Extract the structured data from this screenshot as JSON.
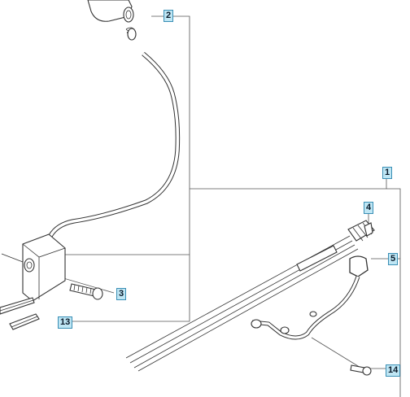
{
  "callouts": [
    {
      "id": "c2",
      "label": "2"
    },
    {
      "id": "c1",
      "label": "1"
    },
    {
      "id": "c4",
      "label": "4"
    },
    {
      "id": "c5",
      "label": "5"
    },
    {
      "id": "c3",
      "label": "3"
    },
    {
      "id": "c13",
      "label": "13"
    },
    {
      "id": "c14",
      "label": "14"
    }
  ],
  "colors": {
    "callout_fill": "#bfe6f4",
    "callout_border": "#3a8fb5",
    "line": "#333333"
  }
}
